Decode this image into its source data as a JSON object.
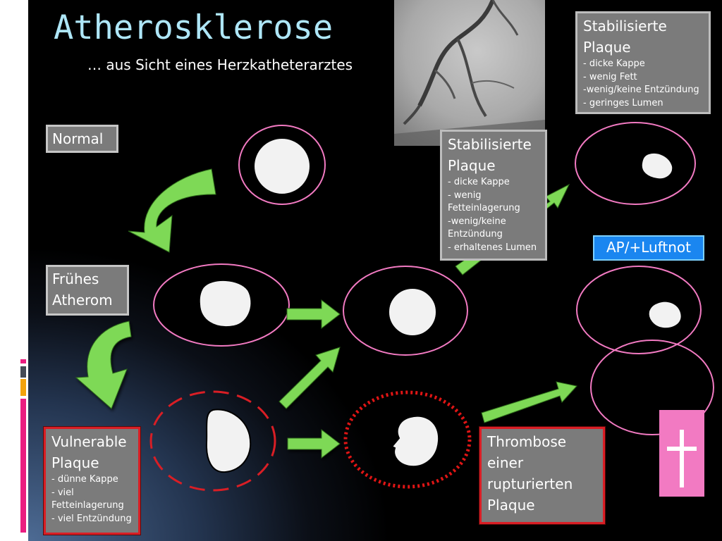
{
  "title": "Atherosklerose",
  "subtitle": "… aus Sicht eines Herzkatheterarztes",
  "stages": {
    "normal": "Normal",
    "early": [
      "Frühes",
      "Atherom"
    ],
    "vulnerable": {
      "heading": [
        "Vulnerable",
        "Plaque"
      ],
      "points": [
        "- dünne Kappe",
        "- viel",
        "Fetteinlagerung",
        "- viel Entzündung"
      ]
    },
    "stable_mid": {
      "heading": [
        "Stabilisierte",
        "Plaque"
      ],
      "points": [
        "- dicke Kappe",
        "- wenig",
        "Fetteinlagerung",
        "-wenig/keine",
        "Entzündung",
        "- erhaltenes Lumen"
      ]
    },
    "stable_top": {
      "heading": [
        "Stabilisierte",
        "Plaque"
      ],
      "points": [
        "- dicke Kappe",
        "- wenig Fett",
        "-wenig/keine Entzündung",
        "- geringes Lumen"
      ]
    },
    "thrombosis": [
      "Thrombose",
      "einer",
      "rupturierten",
      "Plaque"
    ],
    "symptom": "AP/+Luftnot"
  },
  "colors": {
    "title": "#aee6f7",
    "arrow_fill": "#7ed957",
    "vessel_outline": "#f27ac2",
    "vulnerable_outline": "#d91e25",
    "label_box": "#7b7b7b",
    "symptom_box": "#1a86f0",
    "cross_box": "#f27ac2"
  },
  "icons": {
    "death": "cross-icon",
    "angiogram": "angiogram-image"
  }
}
